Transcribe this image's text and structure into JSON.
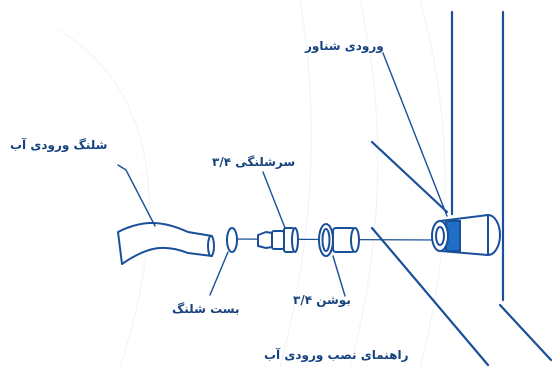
{
  "colors": {
    "ink": "#16427f",
    "line": "#1a4f9a",
    "accent": "#1f6fc9",
    "background": "#ffffff"
  },
  "labels": {
    "float_inlet": "ورودی شناور",
    "inlet_hose": "شلنگ ورودی آب",
    "hose_nozzle": "سرشلنگی ۳/۴",
    "bushing": "بوشن ۳/۴",
    "hose_clamp": "بست شلنگ",
    "caption": "راهنمای نصب ورودی آب"
  }
}
